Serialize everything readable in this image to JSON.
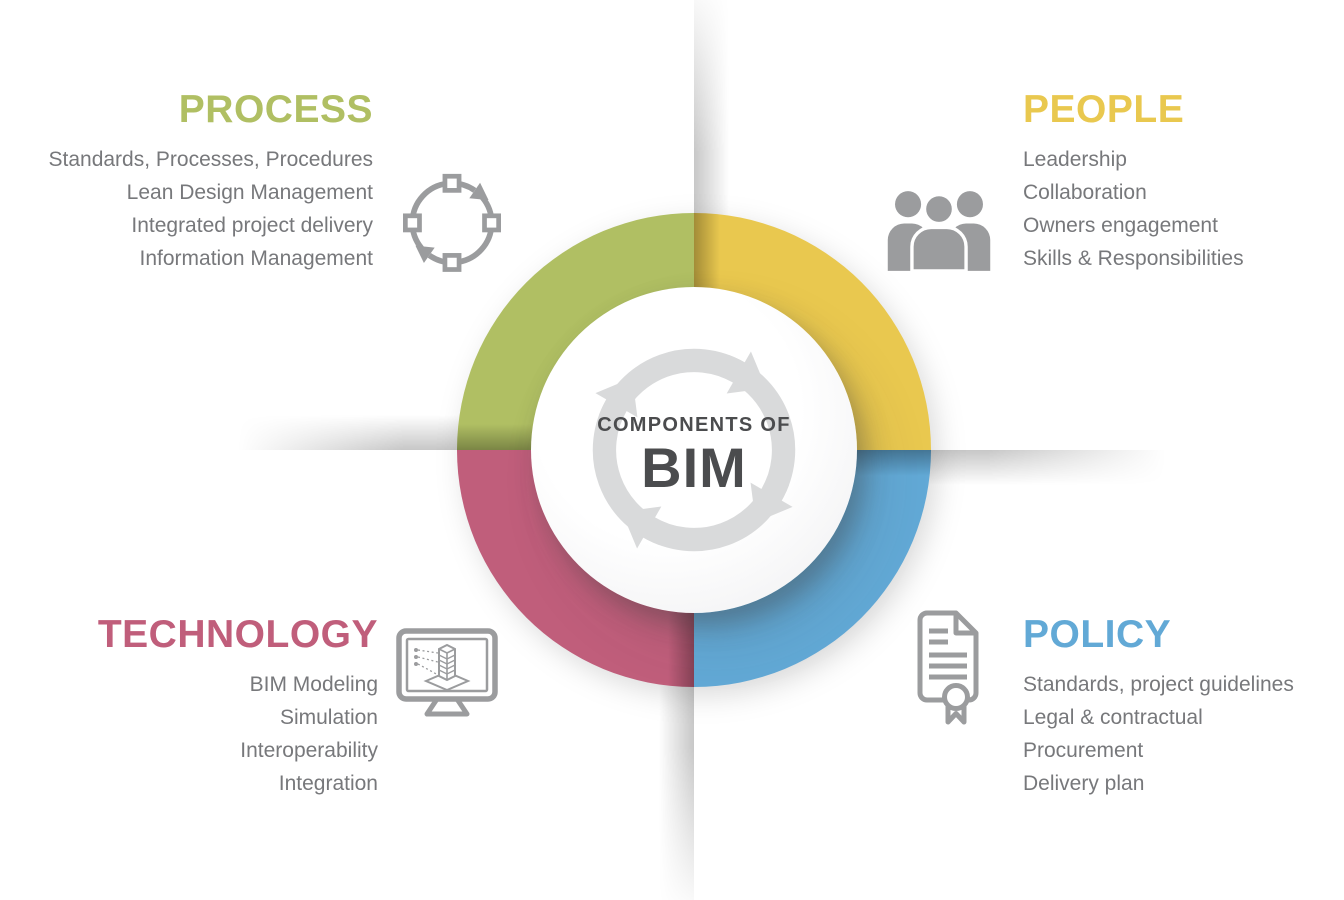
{
  "center": {
    "eyebrow": "COMPONENTS OF",
    "title": "BIM"
  },
  "quadrants": [
    {
      "key": "process",
      "title": "PROCESS",
      "icon": "cycle-squares-icon",
      "items": [
        "Standards, Processes, Procedures",
        "Lean Design Management",
        "Integrated project delivery",
        "Information Management"
      ]
    },
    {
      "key": "people",
      "title": "PEOPLE",
      "icon": "people-group-icon",
      "items": [
        "Leadership",
        "Collaboration",
        "Owners engagement",
        "Skills & Responsibilities"
      ]
    },
    {
      "key": "technology",
      "title": "TECHNOLOGY",
      "icon": "monitor-bim-model-icon",
      "items": [
        "BIM Modeling",
        "Simulation",
        "Interoperability",
        "Integration"
      ]
    },
    {
      "key": "policy",
      "title": "POLICY",
      "icon": "certificate-document-icon",
      "items": [
        "Standards, project guidelines",
        "Legal & contractual",
        "Procurement",
        "Delivery plan"
      ]
    }
  ],
  "theme": {
    "process-color": "#b0bf63",
    "people-color": "#e9c84f",
    "technology-color": "#c05e7b",
    "policy-color": "#62a9d6",
    "body-text-color": "#77787b",
    "center-text-color": "#4b4c4e",
    "icon-color": "#9b9c9e",
    "center-arrow-color": "#d9dadb"
  }
}
